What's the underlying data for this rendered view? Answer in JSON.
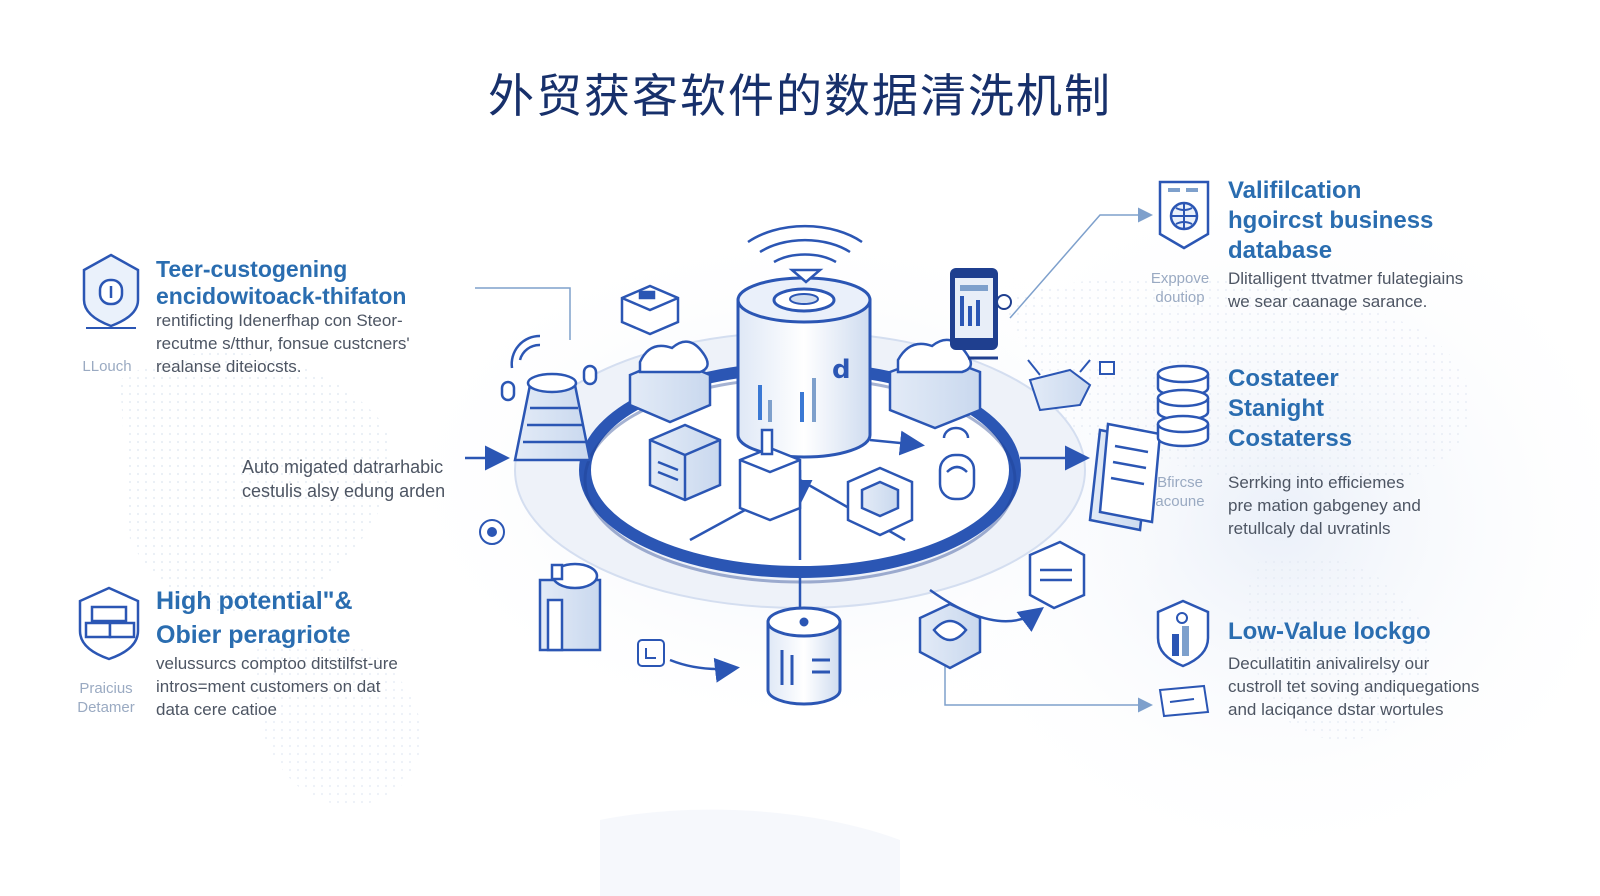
{
  "title": "外贸获客软件的数据清洗机制",
  "left_top": {
    "icon": "shield-lock-icon",
    "label": "LLouch",
    "heading": [
      "Teer-custogening",
      "encidowitoack-thifaton"
    ],
    "body": [
      "rentificting Idenerfhap con Steor-",
      "recutme s/tthur, fonsue custcners'",
      "realanse diteiocsts."
    ]
  },
  "left_middle": {
    "body": [
      "Auto migated datrarhabic",
      "cestulis alsy edung arden"
    ]
  },
  "left_bottom": {
    "icon": "shield-boxes-icon",
    "label": [
      "Praicius",
      "Detamer"
    ],
    "heading": [
      "High potential\"&",
      "Obier peragriote"
    ],
    "body": [
      "velussurcs comptoo ditstilfst-ure",
      "intros=ment customers on dat",
      "data cere catioe"
    ]
  },
  "right_top": {
    "icon": "globe-document-icon",
    "label": [
      "Exppove",
      "doutiop"
    ],
    "heading": [
      "Valifilcation",
      "hgoircst business",
      "database"
    ],
    "body": [
      "Dlitalligent ttvatmer fulategiains",
      "we sear caanage sarance."
    ]
  },
  "right_middle": {
    "icon": "database-stack-icon",
    "label": [
      "Bfircse",
      "acoune"
    ],
    "heading": [
      "Costateer",
      "Stanight",
      "Costaterss"
    ],
    "body": [
      "Serrking into efficiemes",
      "pre mation gabgeney and",
      "retullcaly dal uvratinls"
    ]
  },
  "right_bottom": {
    "icon": "shield-chart-icon",
    "heading": [
      "Low-Value lockgo"
    ],
    "body": [
      "Decullatitin anivalirelsy our",
      "custroll tet soving andiquegations",
      "and laciqance dstar wortules"
    ]
  },
  "colors": {
    "title": "#17306b",
    "heading": "#2a6db0",
    "body": "#4d5563",
    "ring": "#2b56b4",
    "line": "#7ea0cc"
  }
}
